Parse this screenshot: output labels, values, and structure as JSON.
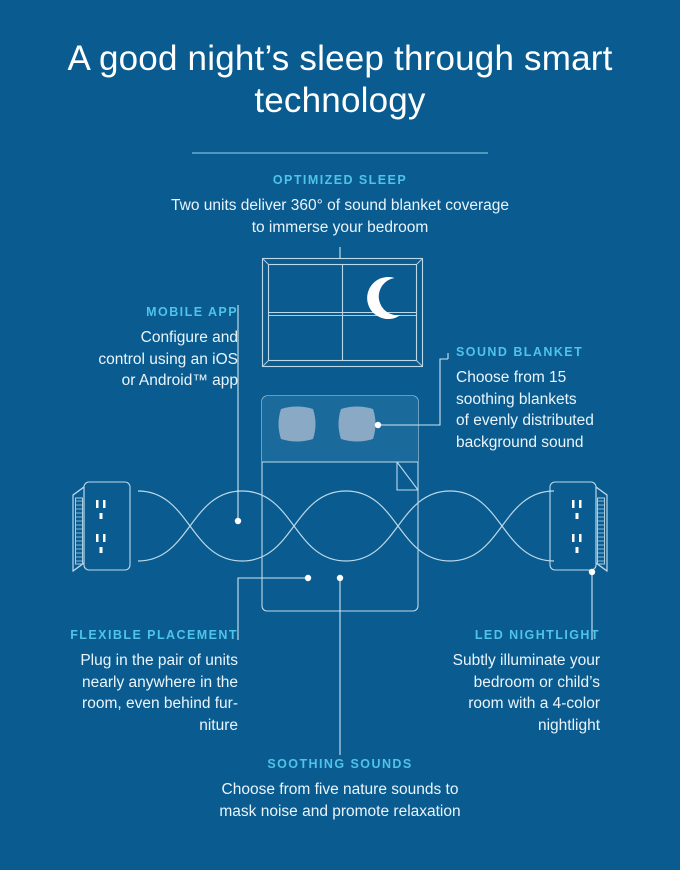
{
  "header": {
    "title": "A good night’s sleep through smart technology",
    "divider": true
  },
  "colors": {
    "background": "#0a5c90",
    "accent": "#4fc3e8",
    "body_text": "#eaf4fb",
    "line": "#bcd9ea",
    "pillow": "#8aa9c4",
    "blanket": "#1b6a9c",
    "divider": "#4e97bf"
  },
  "callouts": {
    "optimized_sleep": {
      "heading": "OPTIMIZED SLEEP",
      "body": "Two units deliver 360° of sound blanket coverage\nto immerse your bedroom"
    },
    "mobile_app": {
      "heading": "MOBILE APP",
      "body": "Configure and\ncontrol using an iOS\nor Android™ app"
    },
    "sound_blanket": {
      "heading": "SOUND BLANKET",
      "body": "Choose from 15\nsoothing blankets\nof evenly distributed\nbackground sound"
    },
    "flexible_placement": {
      "heading": "FLEXIBLE PLACEMENT",
      "body": "Plug in the pair of units\nnearly anywhere in the\nroom, even behind fur-\nniture"
    },
    "led_nightlight": {
      "heading": "LED NIGHTLIGHT",
      "body": "Subtly illuminate your\nbedroom or child’s\nroom with a 4-color\nnightlight"
    },
    "soothing_sounds": {
      "heading": "SOOTHING SOUNDS",
      "body": "Choose from five nature sounds to\nmask noise and promote relaxation"
    }
  },
  "illustration": {
    "window": "window-with-crescent-moon",
    "moon": "crescent-moon-icon",
    "bed": "bed-with-two-pillows",
    "left_unit": "sound-machine-unit-left",
    "right_unit": "sound-machine-unit-right",
    "sound_waves": "intersecting-sine-waves"
  }
}
